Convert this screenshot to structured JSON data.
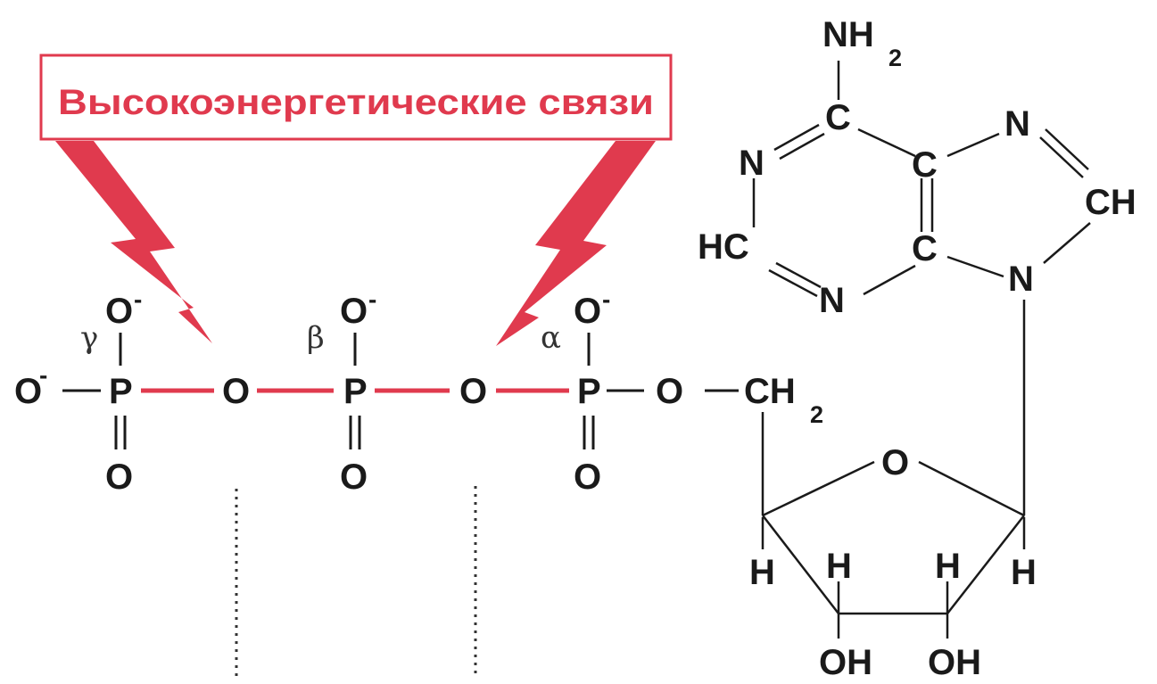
{
  "banner": {
    "text": "Высокоэнергетические связи"
  },
  "colors": {
    "accent": "#e03a4e",
    "bond": "#1a1a1a",
    "glow": "#f7c2cb"
  },
  "atoms": {
    "O": "O",
    "P": "P",
    "C": "C",
    "N": "N",
    "H": "H",
    "CH": "CH",
    "HC": "HC",
    "NH": "NH",
    "OH": "OH",
    "two": "2",
    "minus": "-"
  },
  "greek": {
    "gamma": "γ",
    "beta": "β",
    "alpha": "α"
  }
}
